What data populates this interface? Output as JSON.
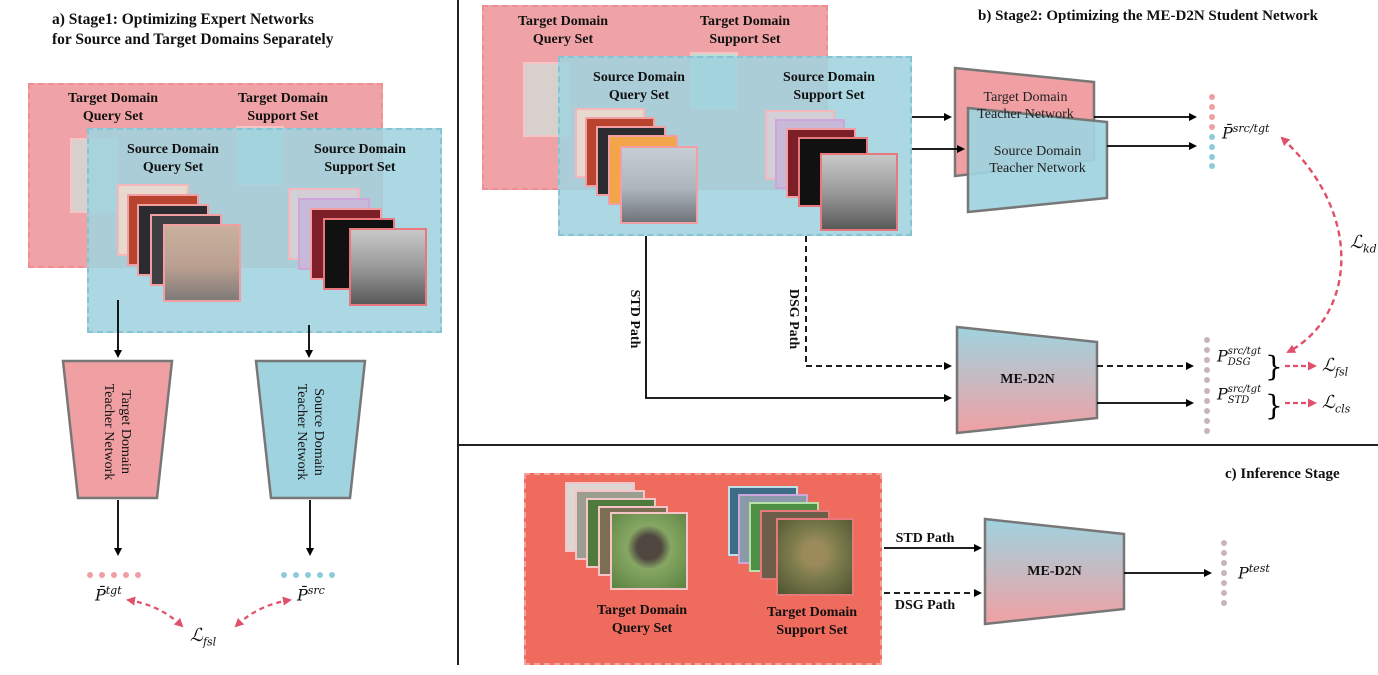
{
  "panels": {
    "a": {
      "title_line1": "a) Stage1: Optimizing Expert Networks",
      "title_line2": "for Source and Target Domains Separately",
      "target_query": [
        "Target Domain",
        "Query Set"
      ],
      "target_support": [
        "Target Domain",
        "Support Set"
      ],
      "source_query": [
        "Source Domain",
        "Query Set"
      ],
      "source_support": [
        "Source Domain",
        "Support Set"
      ],
      "target_teacher": [
        "Target Domain",
        "Teacher Network"
      ],
      "source_teacher": [
        "Source Domain",
        "Teacher Network"
      ],
      "p_tgt": "P̄",
      "p_tgt_sup": "tgt",
      "p_src": "P̄",
      "p_src_sup": "src",
      "loss": "ℒ",
      "loss_sub": "fsl"
    },
    "b": {
      "title": "b) Stage2: Optimizing the ME-D2N Student Network",
      "target_query": [
        "Target Domain",
        "Query Set"
      ],
      "target_support": [
        "Target Domain",
        "Support Set"
      ],
      "source_query": [
        "Source Domain",
        "Query Set"
      ],
      "source_support": [
        "Source Domain",
        "Support Set"
      ],
      "target_teacher": [
        "Target Domain",
        "Teacher Network"
      ],
      "source_teacher": [
        "Source Domain",
        "Teacher Network"
      ],
      "p_bar": "P̄",
      "p_bar_sup": "src/tgt",
      "std_path": "STD Path",
      "dsg_path": "DSG Path",
      "student": "ME-D2N",
      "p_dsg": "P",
      "p_dsg_sup": "src/tgt",
      "p_dsg_sub": "DSG",
      "p_std": "P",
      "p_std_sup": "src/tgt",
      "p_std_sub": "STD",
      "loss_kd": "ℒ",
      "loss_kd_sub": "kd",
      "loss_fsl": "ℒ",
      "loss_fsl_sub": "fsl",
      "loss_cls": "ℒ",
      "loss_cls_sub": "cls"
    },
    "c": {
      "title": "c) Inference Stage",
      "target_query": [
        "Target Domain",
        "Query Set"
      ],
      "target_support": [
        "Target Domain",
        "Support Set"
      ],
      "std_path": "STD Path",
      "dsg_path": "DSG Path",
      "student": "ME-D2N",
      "p_test": "P",
      "p_test_sup": "test"
    }
  },
  "colors": {
    "target_pink": "#f0a0a3",
    "target_border": "#e9787c",
    "source_blue": "#9fd3df",
    "source_border": "#78bdd0",
    "inference_red": "#ef6b5e",
    "loss_arrow": "#e0506a",
    "dot_pink": "#f0a0a3",
    "dot_blue": "#8ccbd9",
    "dot_grey": "#c8b4bc"
  }
}
